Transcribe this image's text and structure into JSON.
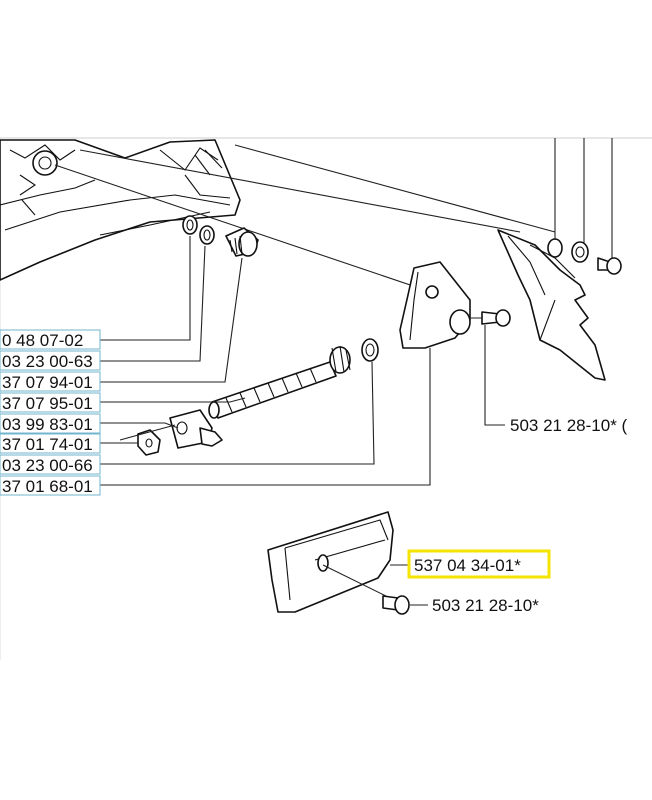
{
  "left_part_numbers": [
    "0 48 07-02",
    "03 23 00-63",
    "37 07 94-01",
    "37 07 95-01",
    "03 99 83-01",
    "37 01 74-01",
    "03 23 00-66",
    "37 01 68-01"
  ],
  "screw_upper_label": "503 21 28-10* (",
  "highlighted_part_label": "537 04 34-01*",
  "screw_lower_label": "503 21 28-10*"
}
